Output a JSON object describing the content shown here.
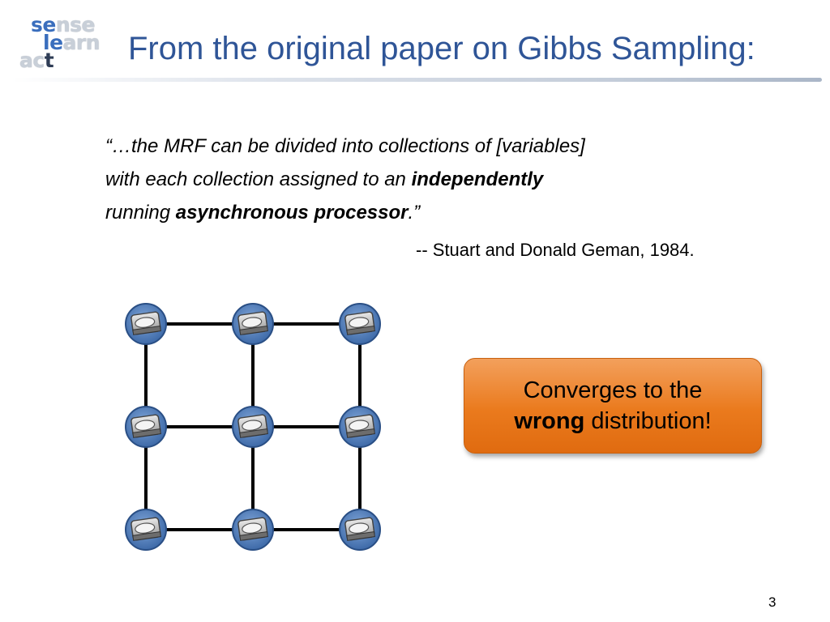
{
  "logo": {
    "line1_a": "se",
    "line1_b": "nse",
    "line2_a": "le",
    "line2_b": "arn",
    "line3_a": "ac",
    "line3_b": "t"
  },
  "slide": {
    "title": "From the original paper on Gibbs Sampling:",
    "quote": {
      "line1": "“…the MRF can be divided into collections of [variables]",
      "line2_pre": "with each collection assigned to an ",
      "line2_bold": "independently",
      "line3_pre": "running ",
      "line3_bold": "asynchronous processor",
      "line3_post": ".”"
    },
    "attribution": "-- Stuart and Donald Geman, 1984.",
    "callout": {
      "line1": "Converges to the",
      "bold": "wrong",
      "rest": " distribution!"
    },
    "page_number": "3"
  },
  "grid": {
    "rows": 3,
    "cols": 3,
    "node_icon": "hard-drive-icon"
  },
  "colors": {
    "title": "#2f5597",
    "node_fill": "#4a79b8",
    "callout": "#ea7a1d"
  }
}
